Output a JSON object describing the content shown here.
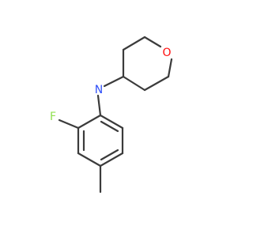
{
  "molecule": {
    "atoms": [
      {
        "id": "O",
        "symbol": "O",
        "color": "#ff0d0d"
      },
      {
        "id": "N",
        "symbol": "N",
        "color": "#3050f8"
      },
      {
        "id": "F",
        "symbol": "F",
        "color": "#90e050"
      }
    ],
    "bond_color": "#3b3b3b"
  }
}
